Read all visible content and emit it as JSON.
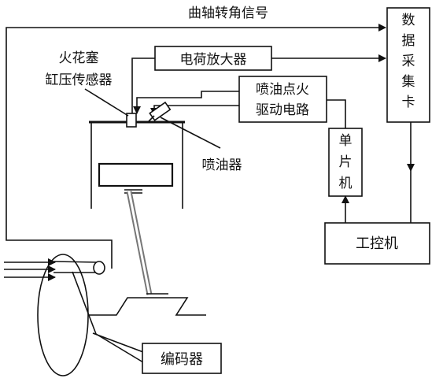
{
  "labels": {
    "crank_signal": "曲轴转角信号",
    "charge_amp": "电荷放大器",
    "spark_plug": "火花塞",
    "cyl_sensor": "缸压传感器",
    "injector": "喷油器",
    "drive_line1": "喷油点火",
    "drive_line2": "驱动电路",
    "daq": [
      "数",
      "据",
      "采",
      "集",
      "卡"
    ],
    "mcu": [
      "单",
      "片",
      "机"
    ],
    "ipc": "工控机",
    "encoder": "编码器"
  }
}
